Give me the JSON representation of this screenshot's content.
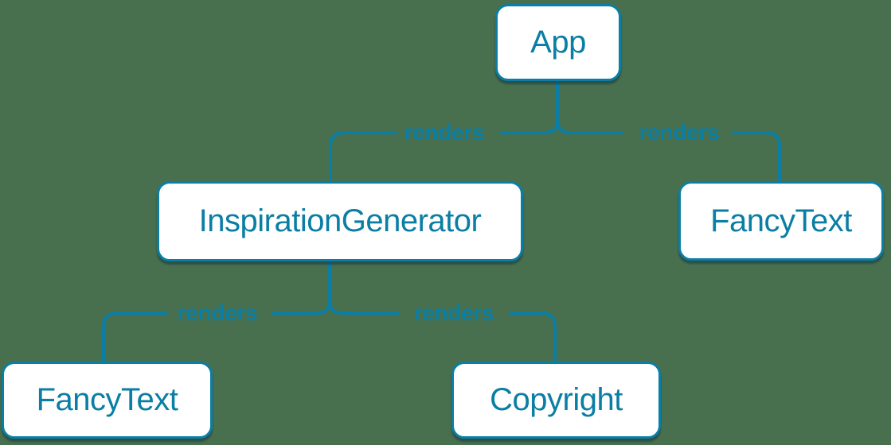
{
  "diagram": {
    "type": "component-render-tree",
    "colors": {
      "background": "#48704f",
      "accent": "#0a7ea4",
      "node_fill": "#ffffff"
    },
    "nodes": [
      {
        "id": "app",
        "label": "App"
      },
      {
        "id": "inspiration-generator",
        "label": "InspirationGenerator"
      },
      {
        "id": "fancy-text-right",
        "label": "FancyText"
      },
      {
        "id": "fancy-text-left",
        "label": "FancyText"
      },
      {
        "id": "copyright",
        "label": "Copyright"
      }
    ],
    "edges": [
      {
        "from": "App",
        "to": "InspirationGenerator",
        "label": "renders"
      },
      {
        "from": "App",
        "to": "FancyText",
        "label": "renders"
      },
      {
        "from": "InspirationGenerator",
        "to": "FancyText",
        "label": "renders"
      },
      {
        "from": "InspirationGenerator",
        "to": "Copyright",
        "label": "renders"
      }
    ]
  }
}
